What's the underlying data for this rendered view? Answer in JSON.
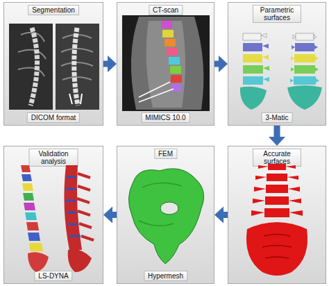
{
  "diagram": {
    "nodes": [
      {
        "text": [
          "Segmentation",
          "DICOM format"
        ]
      },
      {
        "text": [
          "CT-scan",
          "MIMICS 10.0"
        ]
      },
      {
        "text": [
          "Parametric surfaces",
          "3-Matic"
        ]
      },
      {
        "text": [
          "Validation analysis",
          "LS-DYNA"
        ]
      },
      {
        "text": [
          "FEM",
          "Hypermesh"
        ]
      },
      {
        "text": [
          "Accurate surfaces"
        ]
      }
    ],
    "edges": [
      {
        "from": 0,
        "to": 1,
        "arrow": "to"
      },
      {
        "from": 1,
        "to": 2,
        "arrow": "to"
      },
      {
        "from": 2,
        "to": 5,
        "arrow": "to"
      },
      {
        "from": 5,
        "to": 4,
        "arrow": "to"
      },
      {
        "from": 4,
        "to": 3,
        "arrow": "to"
      }
    ]
  }
}
